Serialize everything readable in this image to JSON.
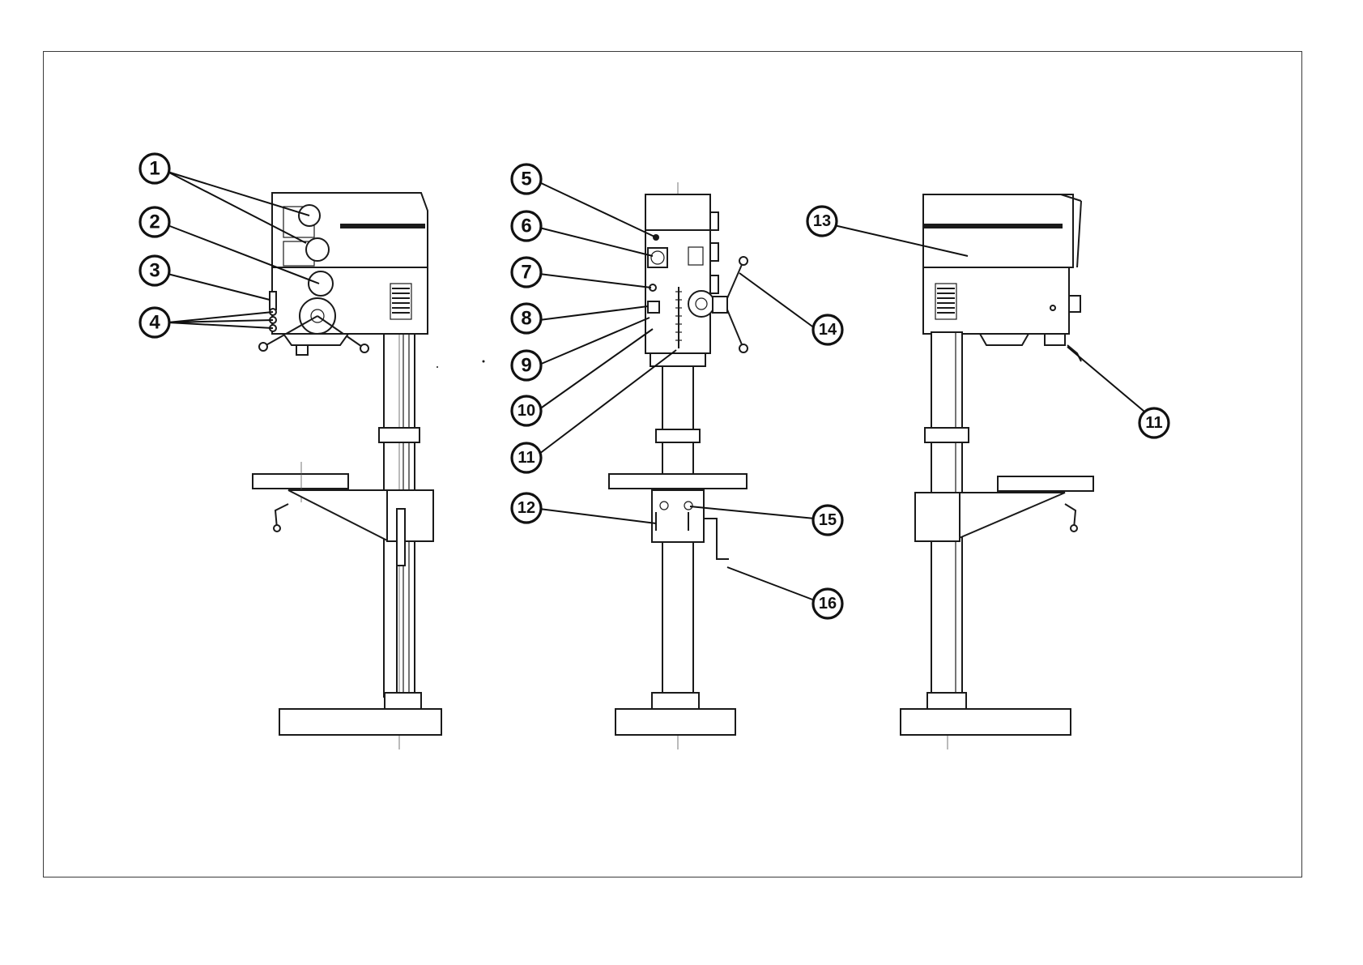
{
  "callouts": [
    {
      "id": "1",
      "label": "1"
    },
    {
      "id": "2",
      "label": "2"
    },
    {
      "id": "3",
      "label": "3"
    },
    {
      "id": "4",
      "label": "4"
    },
    {
      "id": "5",
      "label": "5"
    },
    {
      "id": "6",
      "label": "6"
    },
    {
      "id": "7",
      "label": "7"
    },
    {
      "id": "8",
      "label": "8"
    },
    {
      "id": "9",
      "label": "9"
    },
    {
      "id": "10",
      "label": "10"
    },
    {
      "id": "11a",
      "label": "11"
    },
    {
      "id": "12",
      "label": "12"
    },
    {
      "id": "13",
      "label": "13"
    },
    {
      "id": "14",
      "label": "14"
    },
    {
      "id": "15",
      "label": "15"
    },
    {
      "id": "11b",
      "label": "11"
    },
    {
      "id": "16",
      "label": "16"
    }
  ],
  "colors": {
    "line": "#1a1a1a",
    "paper": "#ffffff"
  }
}
